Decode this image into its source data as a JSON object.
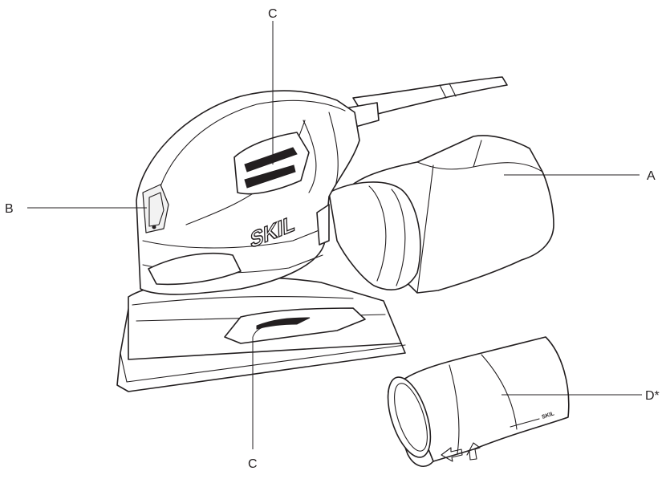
{
  "labels": {
    "top_c": "C",
    "bottom_c": "C",
    "a": "A",
    "b": "B",
    "d": "D*"
  },
  "brand": "SKIL",
  "accessory_marking": "SKIL"
}
